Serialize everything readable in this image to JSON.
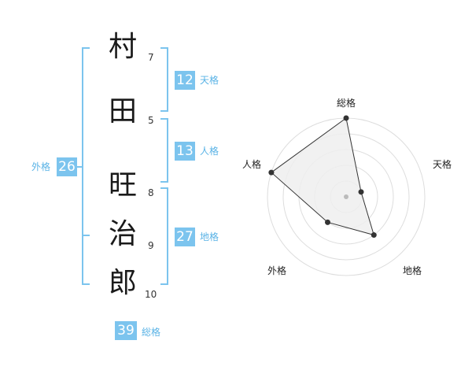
{
  "name": {
    "characters": [
      {
        "char": "村",
        "strokes": "7"
      },
      {
        "char": "田",
        "strokes": "5"
      },
      {
        "char": "旺",
        "strokes": "8"
      },
      {
        "char": "治",
        "strokes": "9"
      },
      {
        "char": "郎",
        "strokes": "10"
      }
    ]
  },
  "kaku": {
    "tenkaku": {
      "value": "12",
      "label": "天格"
    },
    "jinkaku": {
      "value": "13",
      "label": "人格"
    },
    "chikaku": {
      "value": "27",
      "label": "地格"
    },
    "gaikaku": {
      "value": "26",
      "label": "外格"
    },
    "soukaku": {
      "value": "39",
      "label": "総格"
    }
  },
  "radar": {
    "axes": [
      "総格",
      "天格",
      "地格",
      "外格",
      "人格"
    ],
    "levels": 5,
    "values": [
      5,
      1,
      3,
      2,
      5
    ],
    "max": 5,
    "colors": {
      "fill": "#efefef",
      "stroke": "#333333",
      "grid": "#dddddd",
      "point": "#333333",
      "center": "#bbbbbb"
    }
  },
  "colors": {
    "accent": "#7cc4ee"
  }
}
